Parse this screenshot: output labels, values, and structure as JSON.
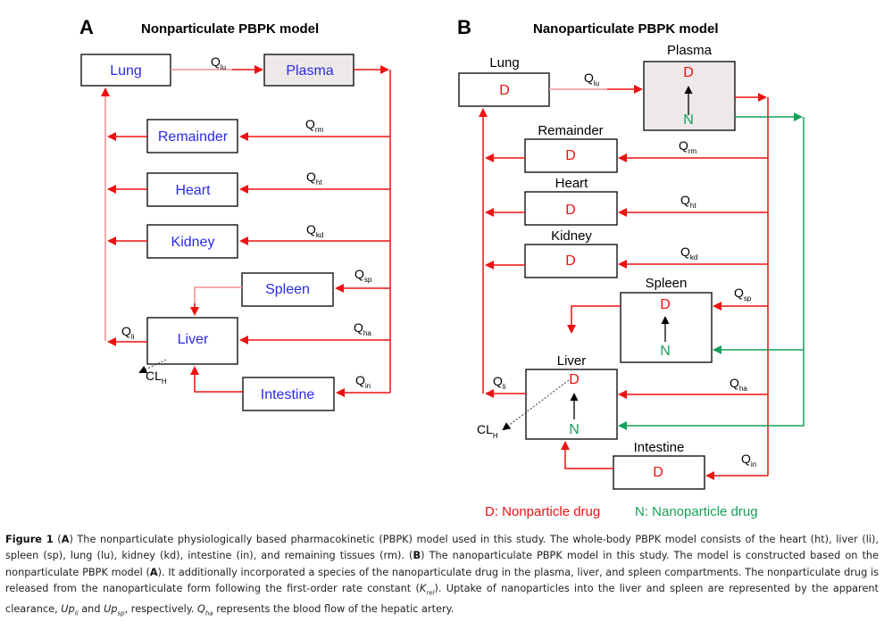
{
  "panel_a": {
    "letter": "A",
    "title": "Nonparticulate PBPK model",
    "organs": {
      "lung": "Lung",
      "plasma": "Plasma",
      "remainder": "Remainder",
      "heart": "Heart",
      "kidney": "Kidney",
      "spleen": "Spleen",
      "liver": "Liver",
      "intestine": "Intestine"
    },
    "flows": {
      "lu": {
        "base": "Q",
        "sub": "lu"
      },
      "rm": {
        "base": "Q",
        "sub": "rm"
      },
      "ht": {
        "base": "Q",
        "sub": "ht"
      },
      "kd": {
        "base": "Q",
        "sub": "kd"
      },
      "sp": {
        "base": "Q",
        "sub": "sp"
      },
      "ha": {
        "base": "Q",
        "sub": "ha"
      },
      "li": {
        "base": "Q",
        "sub": "li"
      },
      "in": {
        "base": "Q",
        "sub": "in"
      }
    },
    "clearance": {
      "base": "CL",
      "sub": "H"
    }
  },
  "panel_b": {
    "letter": "B",
    "title": "Nanoparticulate PBPK model",
    "organs": {
      "lung": "Lung",
      "plasma": "Plasma",
      "remainder": "Remainder",
      "heart": "Heart",
      "kidney": "Kidney",
      "spleen": "Spleen",
      "liver": "Liver",
      "intestine": "Intestine"
    },
    "species": {
      "d": "D",
      "n": "N"
    },
    "flows": {
      "lu": {
        "base": "Q",
        "sub": "lu"
      },
      "rm": {
        "base": "Q",
        "sub": "rm"
      },
      "ht": {
        "base": "Q",
        "sub": "ht"
      },
      "kd": {
        "base": "Q",
        "sub": "kd"
      },
      "sp": {
        "base": "Q",
        "sub": "sp"
      },
      "ha": {
        "base": "Q",
        "sub": "ha"
      },
      "li": {
        "base": "Q",
        "sub": "li"
      },
      "in": {
        "base": "Q",
        "sub": "in"
      }
    },
    "clearance": {
      "base": "CL",
      "sub": "H"
    },
    "legend": {
      "d": "D: Nonparticle drug",
      "n": "N: Nanoparticle drug"
    }
  },
  "colors": {
    "nonparticle": "#ee1111",
    "nanoparticle": "#16a05a",
    "organ_label_a": "#2a2ae8",
    "plasma_fill": "#ede9e9"
  },
  "caption": {
    "figure_label": "Figure 1",
    "p1": " (",
    "a1": "A",
    "p2": ") The nonparticulate physiologically based pharmacokinetic (PBPK) model used in this study. The whole-body PBPK model consists of the heart (ht), liver (li), spleen (sp), lung (lu), kidney (kd), intestine (in), and remaining tissues (rm). (",
    "b1": "B",
    "p3": ") The nanoparticulate PBPK model in this study. The model is constructed based on the nonparticulate PBPK model (",
    "a2": "A",
    "p4": "). It additionally incorporated a species of the nanoparticulate drug in the plasma, liver, and spleen compartments. The nonparticulate drug is released from the nanoparticulate form following the first-order rate constant (",
    "krel_base": "K",
    "krel_sub": "rel",
    "p5": "). Uptake of nanoparticles into the liver and spleen are represented by the apparent clearance, ",
    "upli_base": "Up",
    "upli_sub": "li",
    "p6": " and ",
    "upsp_base": "Up",
    "upsp_sub": "sp",
    "p7": ", respectively. ",
    "qha_base": "Q",
    "qha_sub": "ha",
    "p8": " represents the blood flow of the hepatic artery."
  }
}
